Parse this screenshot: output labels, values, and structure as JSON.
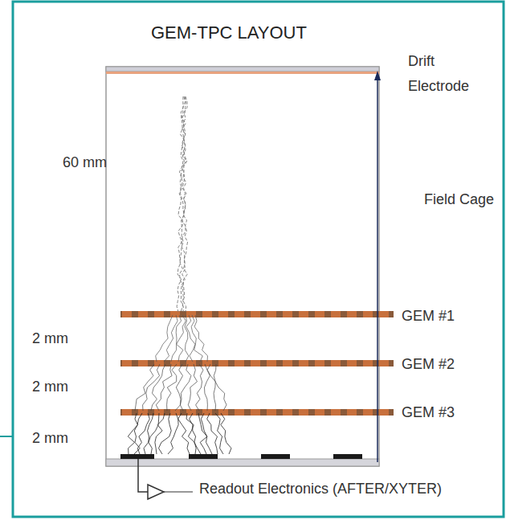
{
  "diagram": {
    "title": "GEM-TPC LAYOUT",
    "labels": [
      "Drift Electrode",
      "60 mm",
      "Field Cage",
      "GEM #1",
      "2 mm",
      "GEM #2",
      "2 mm",
      "GEM #3",
      "2 mm",
      "Readout Electronics (AFTER/XYTER)"
    ]
  }
}
